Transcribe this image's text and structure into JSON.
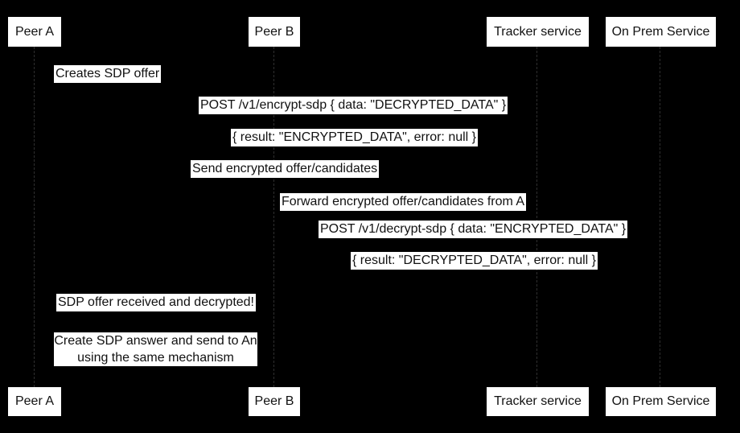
{
  "participants": [
    {
      "label": "Peer A"
    },
    {
      "label": "Peer B"
    },
    {
      "label": "Tracker service"
    },
    {
      "label": "On Prem Service"
    }
  ],
  "messages": [
    {
      "label": "Creates SDP offer"
    },
    {
      "label": "POST /v1/encrypt-sdp { data: \"DECRYPTED_DATA\" }"
    },
    {
      "label": "{ result: \"ENCRYPTED_DATA\", error: null }"
    },
    {
      "label": "Send encrypted offer/candidates"
    },
    {
      "label": "Forward encrypted offer/candidates from A"
    },
    {
      "label": "POST /v1/decrypt-sdp { data: \"ENCRYPTED_DATA\" }"
    },
    {
      "label": "{ result: \"DECRYPTED_DATA\", error: null }"
    },
    {
      "label": "SDP offer received and decrypted!"
    }
  ],
  "note": {
    "line1": "Create SDP answer and send to An",
    "line2": "using the same mechanism"
  },
  "colors": {
    "background": "#000000",
    "box_fill": "#ffffff",
    "box_text": "#111111",
    "lifeline": "#2f2f2f"
  }
}
